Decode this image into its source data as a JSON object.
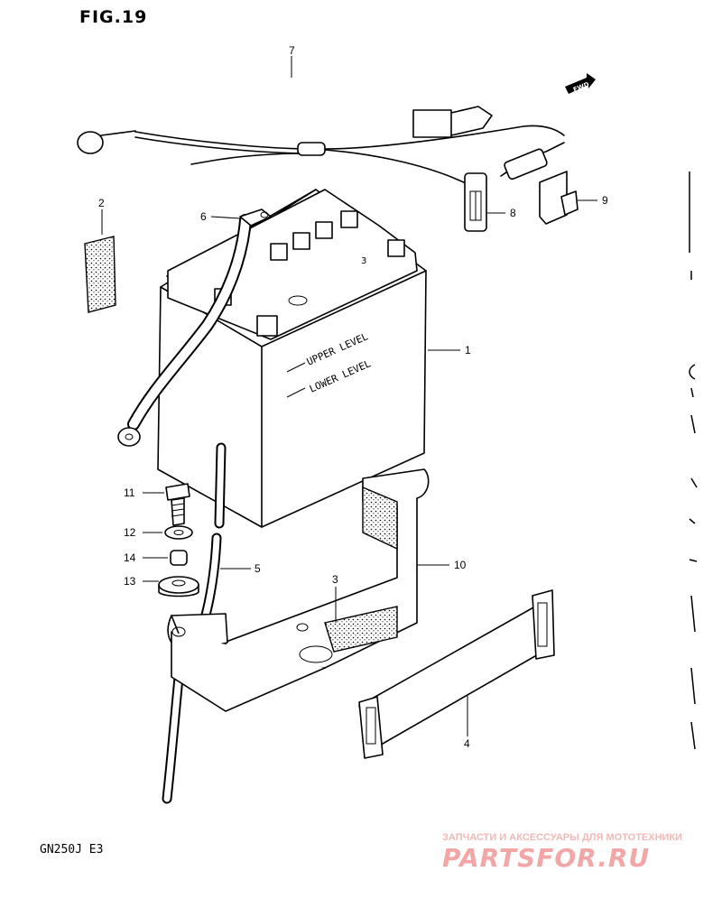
{
  "figure": {
    "title": "FIG.19",
    "model": "GN250J  E3"
  },
  "fwd_label": "FWD",
  "battery_markings": {
    "upper": "UPPER LEVEL",
    "lower": "LOWER LEVEL"
  },
  "parts": [
    {
      "number": "1"
    },
    {
      "number": "2"
    },
    {
      "number": "3"
    },
    {
      "number": "4"
    },
    {
      "number": "5"
    },
    {
      "number": "6"
    },
    {
      "number": "7"
    },
    {
      "number": "8"
    },
    {
      "number": "9"
    },
    {
      "number": "10"
    },
    {
      "number": "11"
    },
    {
      "number": "12"
    },
    {
      "number": "13"
    },
    {
      "number": "14"
    }
  ],
  "watermark": {
    "tagline": "ЗАПЧАСТИ И АКСЕССУАРЫ ДЛЯ МОТОТЕХНИКИ",
    "logo": "PARTSFOR.RU"
  }
}
